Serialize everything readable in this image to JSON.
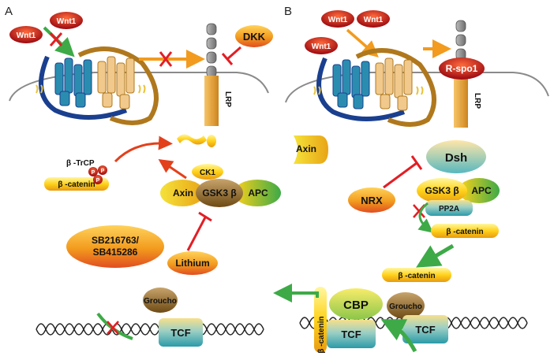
{
  "panels": [
    {
      "letter": "A"
    },
    {
      "letter": "B"
    }
  ],
  "panel_a": {
    "wnt_ligands": [
      "Wnt1",
      "Wnt1"
    ],
    "dkk": "DKK",
    "lrp": "LRP",
    "btrcp": "β -TrCP",
    "beta_catenin": "β -catenin",
    "p_tags": [
      "P",
      "P",
      "P"
    ],
    "complex": {
      "ck1": "CK1",
      "axin": "Axin",
      "gsk3b": "GSK3 β",
      "apc": "APC"
    },
    "inhibitors": [
      "SB216763/",
      "SB415286"
    ],
    "lithium": "Lithium",
    "groucho": "Groucho",
    "tcf": "TCF"
  },
  "panel_b": {
    "wnt_ligands": [
      "Wnt1",
      "Wnt1",
      "Wnt1"
    ],
    "rspo1": "R-spo1",
    "lrp": "LRP",
    "axin": "Axin",
    "dsh": "Dsh",
    "nrx": "NRX",
    "gsk3b": "GSK3 β",
    "apc": "APC",
    "pp2a": "PP2A",
    "beta_catenin_cyto": "β -catenin",
    "beta_catenin_nuc": "β -catenin",
    "cbp": "CBP",
    "groucho": "Groucho",
    "tcf_left": "TCF",
    "tcf_right": "TCF",
    "vertical_label": "β -catenin"
  },
  "colors": {
    "wnt_red": "#b5121b",
    "inhibit_red": "#e31e24",
    "activate_orange": "#f29b1e",
    "activate_green": "#3daa47",
    "membrane": "#8a8a8a",
    "receptor_blue": "#1a3f8f",
    "receptor_teal": "#2a8db0",
    "receptor_tan": "#f1c98c",
    "receptor_brown": "#b0781d"
  }
}
